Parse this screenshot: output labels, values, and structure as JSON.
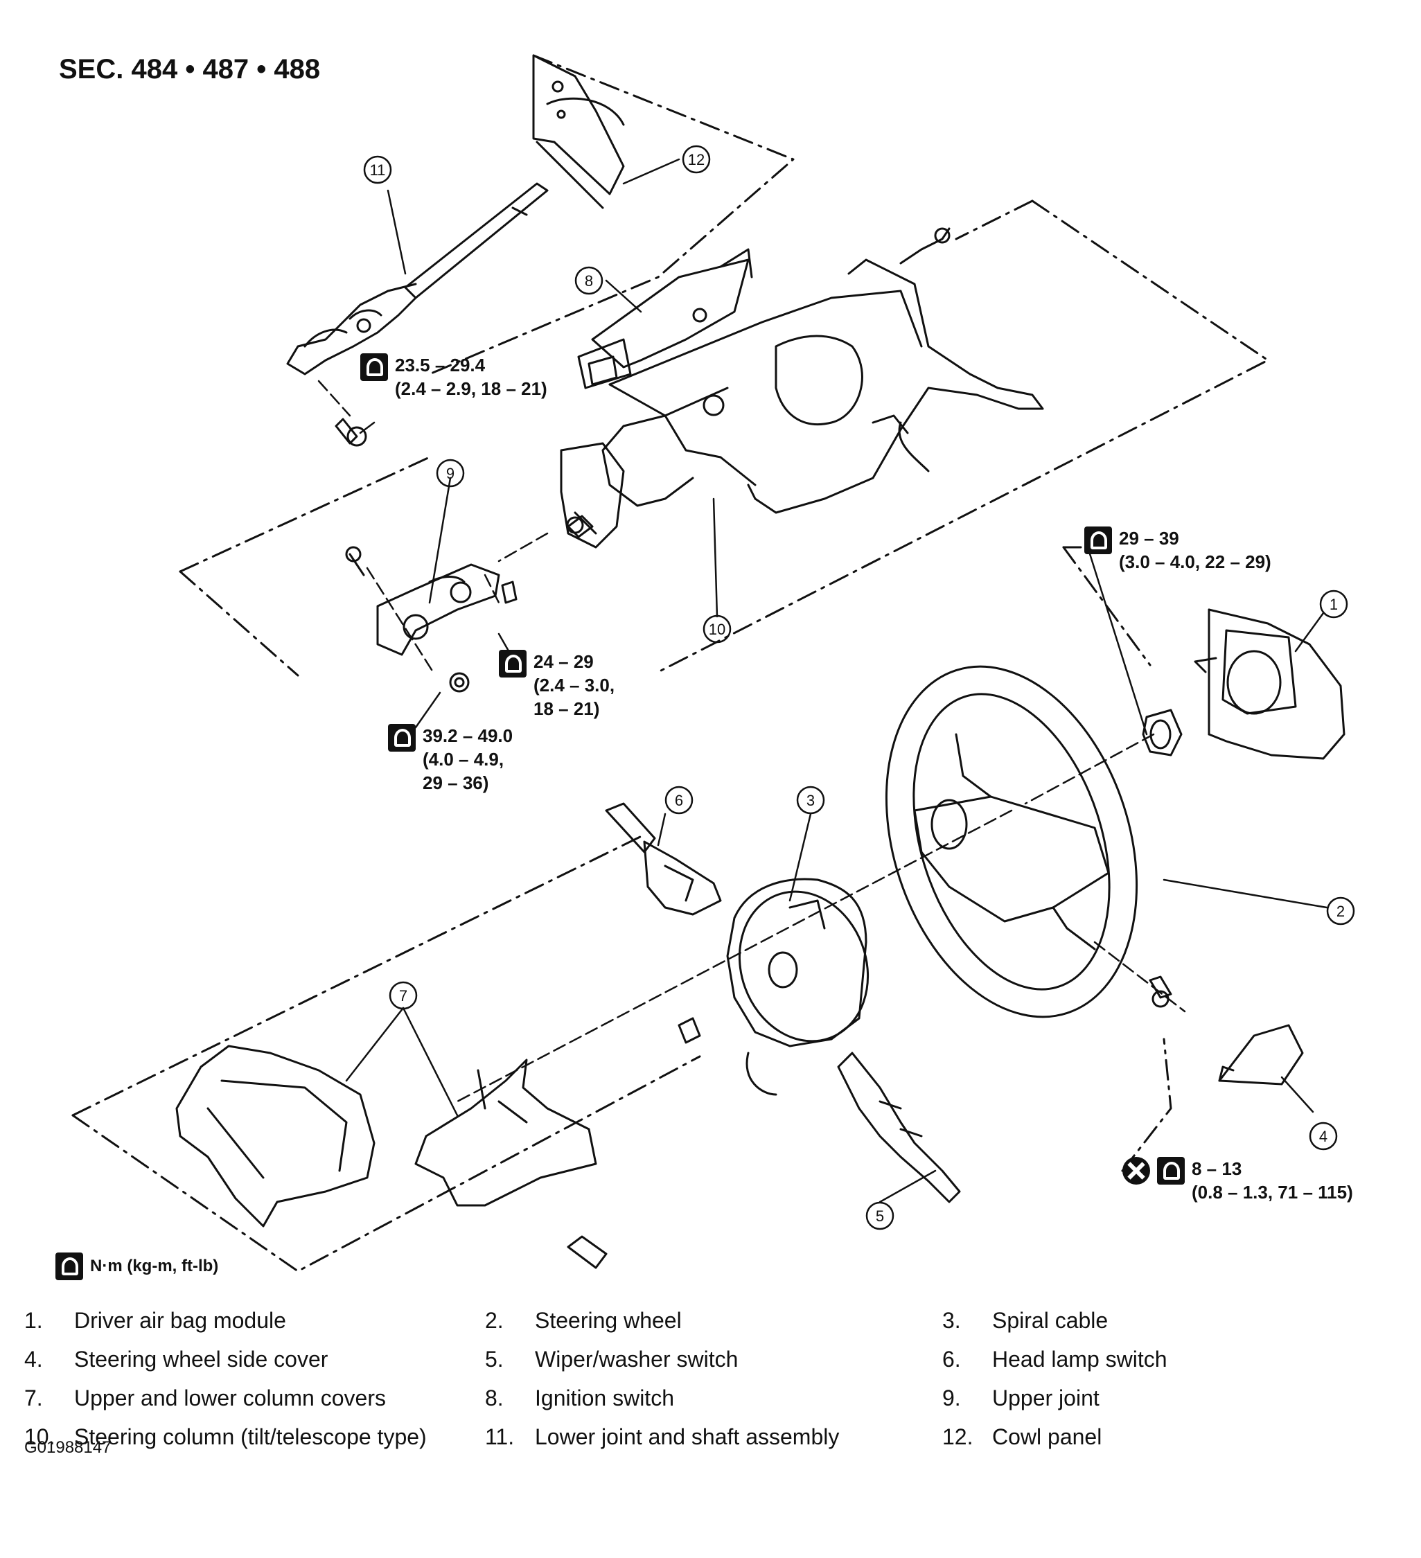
{
  "section_title": "SEC. 484 • 487 • 488",
  "callouts": [
    "1",
    "2",
    "3",
    "4",
    "5",
    "6",
    "7",
    "8",
    "9",
    "10",
    "11",
    "12"
  ],
  "torques": [
    {
      "id": "t1",
      "line1": "23.5 – 29.4",
      "line2": "(2.4 – 2.9, 18 – 21)",
      "line3": ""
    },
    {
      "id": "t2",
      "line1": "29 – 39",
      "line2": "(3.0 – 4.0, 22 – 29)",
      "line3": ""
    },
    {
      "id": "t3",
      "line1": "24 – 29",
      "line2": "(2.4 – 3.0,",
      "line3": "18 – 21)"
    },
    {
      "id": "t4",
      "line1": "39.2 – 49.0",
      "line2": "(4.0 – 4.9,",
      "line3": "29 – 36)"
    },
    {
      "id": "t5",
      "line1": "8 – 13",
      "line2": "(0.8 – 1.3, 71 – 115)",
      "line3": ""
    }
  ],
  "units_note": "N·m (kg-m, ft-lb)",
  "legend": [
    {
      "num": "1.",
      "label": "Driver air bag module"
    },
    {
      "num": "2.",
      "label": "Steering wheel"
    },
    {
      "num": "3.",
      "label": "Spiral cable"
    },
    {
      "num": "4.",
      "label": "Steering wheel side cover"
    },
    {
      "num": "5.",
      "label": "Wiper/washer switch"
    },
    {
      "num": "6.",
      "label": "Head lamp switch"
    },
    {
      "num": "7.",
      "label": "Upper and lower column covers"
    },
    {
      "num": "8.",
      "label": "Ignition switch"
    },
    {
      "num": "9.",
      "label": "Upper joint"
    },
    {
      "num": "10.",
      "label": "Steering column (tilt/telescope type)"
    },
    {
      "num": "11.",
      "label": "Lower joint and shaft assembly"
    },
    {
      "num": "12.",
      "label": "Cowl panel"
    }
  ],
  "figure_id": "G01988147",
  "icons": {
    "torque": "torque-wrench-icon",
    "replace": "do-not-reuse-icon"
  }
}
